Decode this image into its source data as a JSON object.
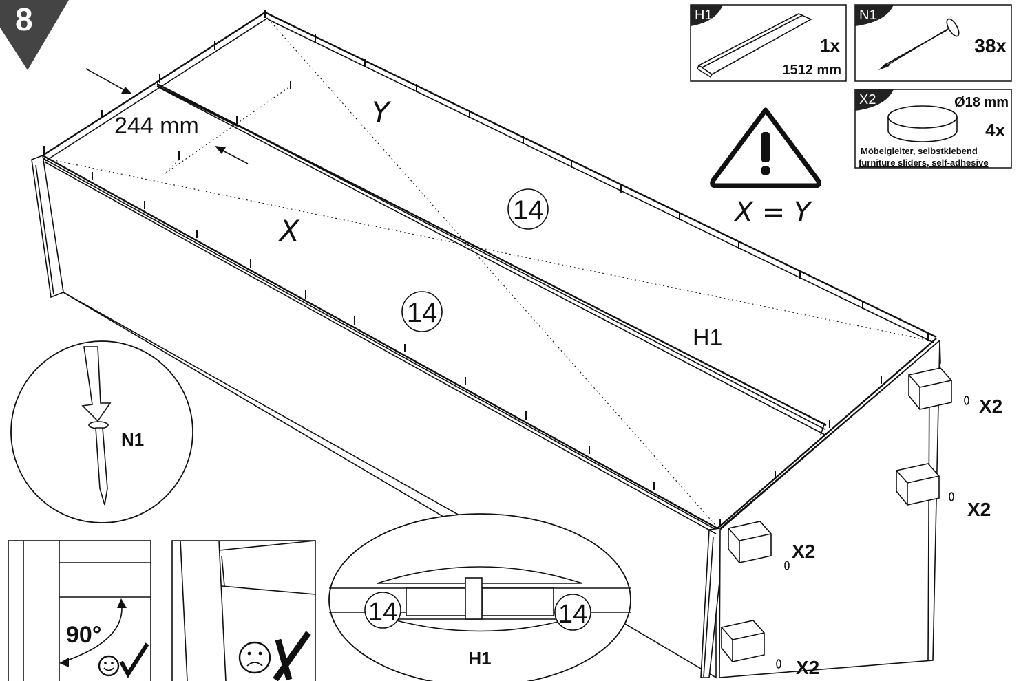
{
  "step": {
    "number": "8"
  },
  "parts": {
    "h1": {
      "id": "H1",
      "qty": "1x",
      "length": "1512 mm"
    },
    "n1": {
      "id": "N1",
      "qty": "38x"
    },
    "x2": {
      "id": "X2",
      "diameter": "Ø18 mm",
      "qty": "4x",
      "desc_de": "Möbelgleiter, selbstklebend",
      "desc_en": "furniture sliders, self-adhesive"
    }
  },
  "warning": {
    "icon": "warning-triangle-icon",
    "rule": "X = Y"
  },
  "assembly": {
    "offset_label": "244 mm",
    "diag_x": "X",
    "diag_y": "Y",
    "panel_top": "14",
    "panel_back": "14",
    "rail_label": "H1",
    "slider_labels": [
      "X2",
      "X2",
      "X2",
      "X2"
    ]
  },
  "nail_detail": {
    "label": "N1"
  },
  "joint_detail": {
    "left": "14",
    "right": "14",
    "label": "H1"
  },
  "check_ok": {
    "angle": "90°",
    "icon": "smiley-check-icon"
  },
  "check_bad": {
    "icon": "frown-cross-icon"
  }
}
